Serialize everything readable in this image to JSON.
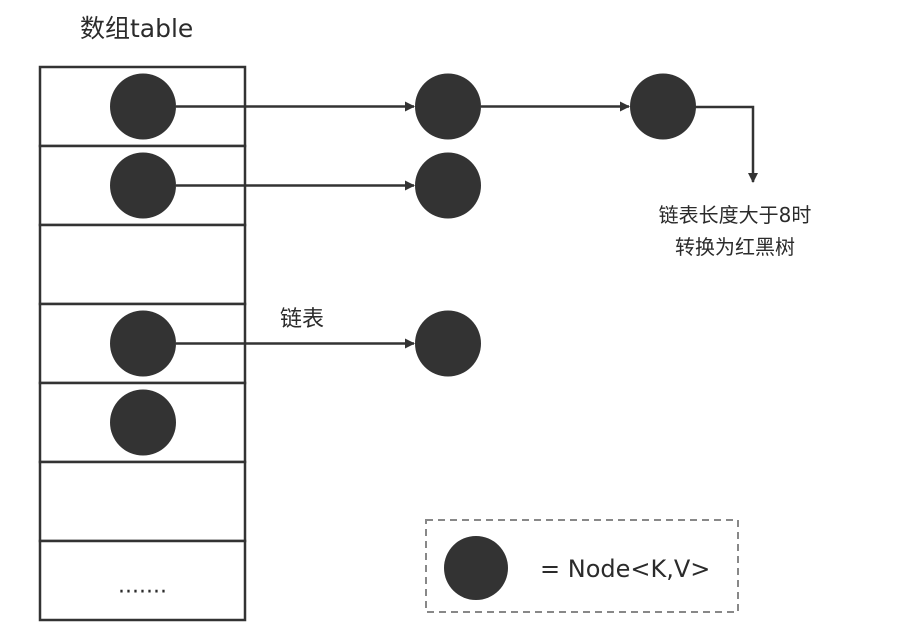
{
  "title": "数组table",
  "list_label": "链表",
  "treeify_note": {
    "line1": "链表长度大于8时",
    "line2": "转换为红黑树"
  },
  "table": {
    "slots": [
      {
        "has_node": true,
        "chain_length": 2
      },
      {
        "has_node": true,
        "chain_length": 1
      },
      {
        "has_node": false,
        "chain_length": 0
      },
      {
        "has_node": true,
        "chain_length": 1
      },
      {
        "has_node": true,
        "chain_length": 0
      },
      {
        "has_node": false,
        "chain_length": 0
      },
      {
        "has_node": false,
        "chain_length": 0,
        "text": "......."
      }
    ]
  },
  "legend": {
    "label": "= Node<K,V>"
  },
  "colors": {
    "node": "#333333",
    "line": "#333333",
    "legend_border": "#888888",
    "text": "#2b2b2b"
  }
}
